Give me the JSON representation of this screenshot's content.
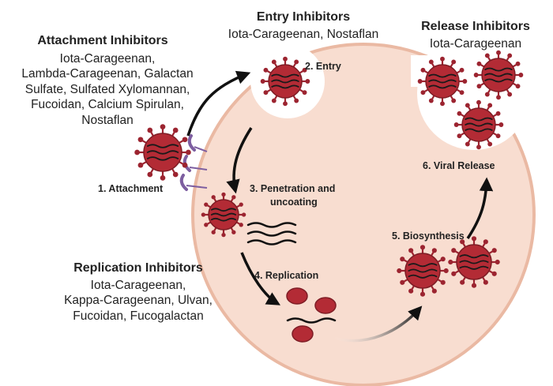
{
  "colors": {
    "cell_fill": "#f8ddd0",
    "cell_stroke": "#eab9a3",
    "virus_body": "#b32b35",
    "virus_spike": "#9c2430",
    "receptor": "#7d5ea0",
    "arrow": "#111111"
  },
  "attachment": {
    "title": "Attachment Inhibitors",
    "lines": [
      "Iota-Carageenan,",
      "Lambda-Carageenan, Galactan",
      "Sulfate, Sulfated Xylomannan,",
      "Fucoidan, Calcium Spirulan,",
      "Nostaflan"
    ]
  },
  "entry": {
    "title": "Entry Inhibitors",
    "lines": [
      "Iota-Carageenan, Nostaflan"
    ]
  },
  "release": {
    "title": "Release Inhibitors",
    "lines": [
      "Iota-Carageenan"
    ]
  },
  "replication": {
    "title": "Replication Inhibitors",
    "lines": [
      "Iota-Carageenan,",
      "Kappa-Carageenan, Ulvan,",
      "Fucoidan, Fucogalactan"
    ]
  },
  "steps": {
    "attachment": "1. Attachment",
    "entry": "2. Entry",
    "penetration_1": "3. Penetration and",
    "penetration_2": "uncoating",
    "replication": "4. Replication",
    "biosynthesis": "5. Biosynthesis",
    "release": "6. Viral Release"
  }
}
